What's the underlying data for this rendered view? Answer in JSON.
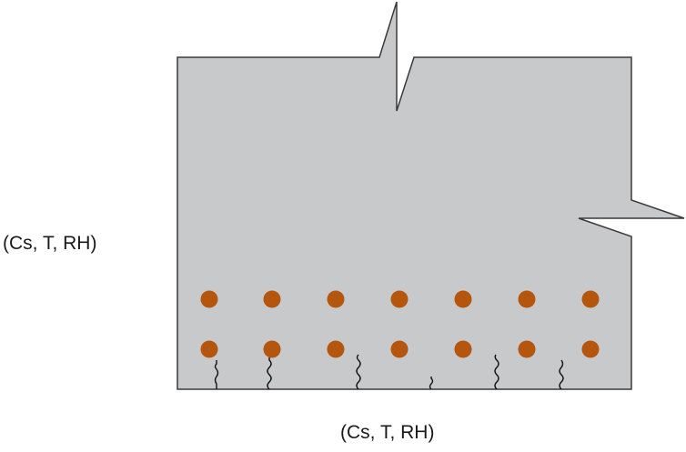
{
  "labels": {
    "left_exposure": "(Cs, T, RH)",
    "bottom_exposure": "(Cs, T, RH)"
  },
  "colors": {
    "concrete": "#c8c9cb",
    "outline": "#3a3a3a",
    "rebar": "#b5560f",
    "crack": "#111111"
  },
  "rebar": {
    "rows": 2,
    "bars_per_row": 7
  }
}
